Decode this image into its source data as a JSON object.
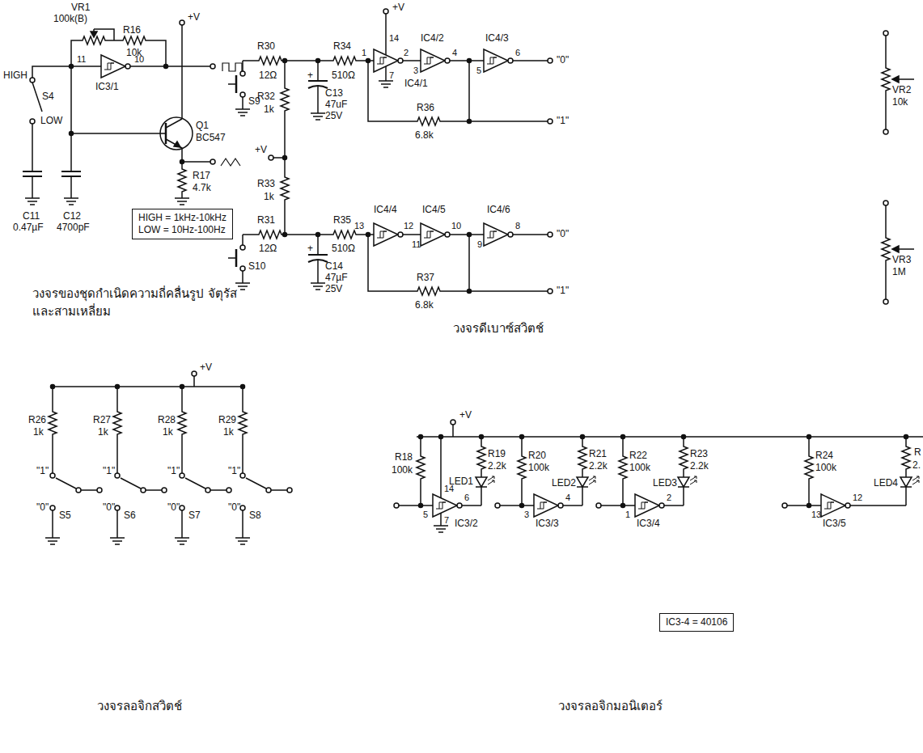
{
  "diagram": {
    "nodes": [
      {
        "text": [
          "HIGH = 1kHz-10kHz",
          "LOW = 10Hz-100Hz"
        ]
      },
      {
        "text": [
          "IC3-4 = 40106"
        ]
      }
    ],
    "labels": [
      "VR1",
      "100k(B)",
      "R16",
      "10k",
      "+V",
      "11",
      "10",
      "IC3/1",
      "HIGH",
      "S4",
      "LOW",
      "Q1",
      "BC547",
      "R17",
      "4.7k",
      "C11",
      "0.47µF",
      "C12",
      "4700pF",
      "วงจรของชุดกำเนิดความถี่คลื่นรูป จัตุรัสและสามเหลี่ยม",
      "R30",
      "12Ω",
      "+V",
      "R34",
      "510Ω",
      "+",
      "C13",
      "47uF",
      "25V",
      "S9",
      "14",
      "1",
      "2",
      "7",
      "IC4/1",
      "IC4/2",
      "3",
      "4",
      "IC4/3",
      "5",
      "6",
      "\"0\"",
      "R32",
      "1k",
      "R36",
      "6.8k",
      "\"1\"",
      "+V",
      "R33",
      "1k",
      "R31",
      "12Ω",
      "R35",
      "510Ω",
      "+",
      "IC4/4",
      "13",
      "12",
      "IC4/5",
      "11",
      "10",
      "IC4/6",
      "9",
      "8",
      "\"0\"",
      "S10",
      "C14",
      "47µF",
      "25V",
      "R37",
      "6.8k",
      "\"1\"",
      "วงจรดีเบาซ์สวิตช์",
      "VR2",
      "10k",
      "VR3",
      "1M",
      "+V",
      "R26",
      "1k",
      "\"1\"",
      "\"0\"",
      "S5",
      "R27",
      "1k",
      "\"1\"",
      "\"0\"",
      "S6",
      "R28",
      "1k",
      "\"1\"",
      "\"0\"",
      "S7",
      "R29",
      "1k",
      "\"1\"",
      "\"0\"",
      "S8",
      "วงจรลอจิกสวิตช์",
      "+V",
      "R18",
      "100k",
      "R19",
      "2.2k",
      "LED1",
      "5",
      "14",
      "6",
      "7",
      "IC3/2",
      "R20",
      "100k",
      "R21",
      "2.2k",
      "LED2",
      "3",
      "4",
      "IC3/3",
      "R22",
      "100k",
      "R23",
      "2.2k",
      "LED3",
      "1",
      "2",
      "IC3/4",
      "R24",
      "100k",
      "R",
      "2.",
      "LED4",
      "13",
      "12",
      "IC3/5",
      "วงจรลอจิกมอนิเตอร์"
    ]
  }
}
